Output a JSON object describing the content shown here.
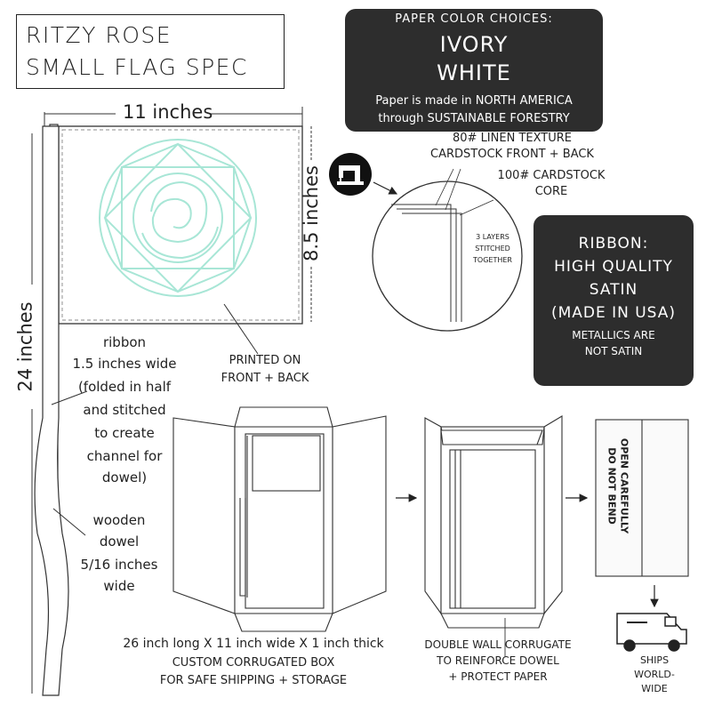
{
  "title": {
    "line1": "RITZY ROSE",
    "line2": "SMALL FLAG SPEC"
  },
  "paper_colors": {
    "heading": "PAPER COLOR CHOICES:",
    "option1": "IVORY",
    "option2": "WHITE",
    "note1": "Paper is made in NORTH AMERICA",
    "note2": "through SUSTAINABLE FORESTRY"
  },
  "dimensions": {
    "flag_width": "11 inches",
    "flag_height": "8.5 inches",
    "total_height": "24 inches"
  },
  "layers": {
    "linen1": "80# LINEN TEXTURE",
    "linen2": "CARDSTOCK FRONT + BACK",
    "core1": "100# CARDSTOCK",
    "core2": "CORE",
    "stitched1": "3 LAYERS",
    "stitched2": "STITCHED",
    "stitched3": "TOGETHER"
  },
  "ribbon_box": {
    "line1": "RIBBON:",
    "line2": "HIGH QUALITY",
    "line3": "SATIN",
    "line4": "(MADE IN USA)",
    "line5": "METALLICS ARE",
    "line6": "NOT SATIN"
  },
  "printed": {
    "line1": "PRINTED ON",
    "line2": "FRONT + BACK"
  },
  "ribbon_note": {
    "line1": "ribbon",
    "line2": "1.5 inches wide",
    "line3": "(folded in half",
    "line4": "and stitched",
    "line5": "to create",
    "line6": "channel for",
    "line7": "dowel)"
  },
  "dowel_note": {
    "line1": "wooden",
    "line2": "dowel",
    "line3": "5/16 inches",
    "line4": "wide"
  },
  "box_caption": {
    "line1": "26 inch long X 11 inch wide X 1 inch thick",
    "line2": "CUSTOM CORRUGATED BOX",
    "line3": "FOR SAFE SHIPPING + STORAGE"
  },
  "double_wall": {
    "line1": "DOUBLE WALL CORRUGATE",
    "line2": "TO REINFORCE DOWEL",
    "line3": "+ PROTECT PAPER"
  },
  "box_stamp": {
    "line1": "OPEN CAREFULLY",
    "line2": "DO NOT BEND"
  },
  "ships": {
    "line1": "SHIPS",
    "line2": "WORLD-",
    "line3": "WIDE"
  },
  "colors": {
    "ink": "#222222",
    "dark_box": "#2d2d2d",
    "rose": "#a8e6d6"
  },
  "icons": [
    "sewing-machine-icon",
    "mail-truck-icon",
    "arrow-right-icon",
    "arrow-down-icon"
  ]
}
